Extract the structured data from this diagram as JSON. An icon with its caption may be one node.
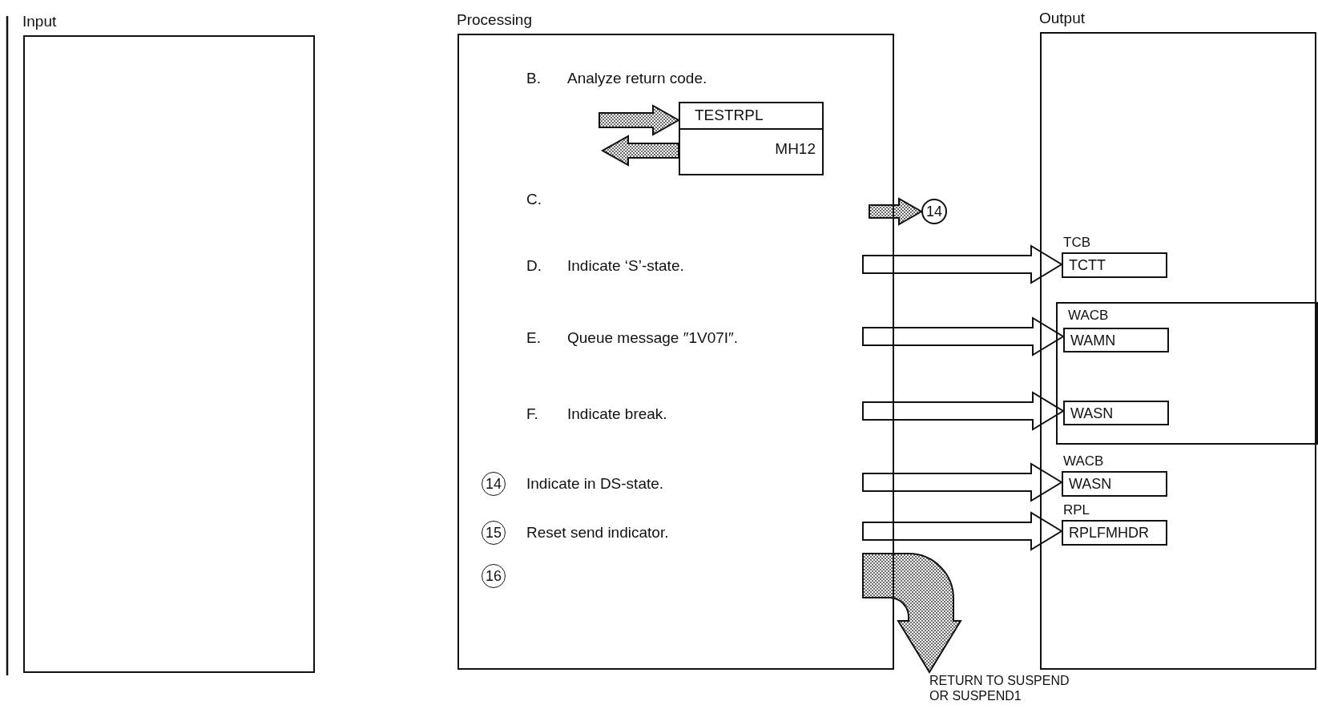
{
  "diagram": {
    "nodes": [
      {
        "text": [
          "Input"
        ]
      },
      {
        "text": [
          "Processing"
        ]
      },
      {
        "text": [
          "Output"
        ]
      },
      {
        "text": [
          "B.",
          "Analyze return code."
        ],
        "in": 1
      },
      {
        "text": [
          "TESTRPL",
          "MH12"
        ],
        "in": 1
      },
      {
        "text": [
          "C."
        ],
        "in": 1
      },
      {
        "text": [
          "14"
        ]
      },
      {
        "text": [
          "D.",
          "Indicate ‘S’-state."
        ],
        "in": 1
      },
      {
        "text": [
          "E.",
          "Queue message ″1V07I″."
        ],
        "in": 1
      },
      {
        "text": [
          "F.",
          "Indicate break."
        ],
        "in": 1
      },
      {
        "text": [
          "14",
          "Indicate in DS-state."
        ],
        "in": 1
      },
      {
        "text": [
          "15",
          "Reset send indicator."
        ],
        "in": 1
      },
      {
        "text": [
          "16"
        ],
        "in": 1
      },
      {
        "text": [
          "TCTT"
        ],
        "beside": [
          "TCB"
        ],
        "in": 2
      },
      {
        "text": [
          "WACB"
        ],
        "in": 2
      },
      {
        "text": [
          "WAMN"
        ],
        "in": 14
      },
      {
        "text": [
          "WASN"
        ],
        "in": 14
      },
      {
        "text": [
          "WASN"
        ],
        "beside": [
          "WACB"
        ],
        "in": 2
      },
      {
        "text": [
          "RPLFMHDR"
        ],
        "beside": [
          "RPL"
        ],
        "in": 2
      },
      {
        "text": [
          "RETURN TO SUSPEND OR SUSPEND1"
        ]
      }
    ],
    "edges": [
      {
        "from": null,
        "to": 4,
        "arrow": "to",
        "style": "thick"
      },
      {
        "from": 4,
        "to": null,
        "arrow": "to",
        "style": "thick"
      },
      {
        "from": null,
        "to": 6,
        "arrow": "to",
        "style": "thick"
      },
      {
        "from": null,
        "to": 13,
        "arrow": "to"
      },
      {
        "from": null,
        "to": 15,
        "arrow": "to"
      },
      {
        "from": null,
        "to": 16,
        "arrow": "to"
      },
      {
        "from": null,
        "to": 17,
        "arrow": "to"
      },
      {
        "from": null,
        "to": 18,
        "arrow": "to"
      },
      {
        "from": null,
        "to": 19,
        "arrow": "to",
        "style": "thick"
      }
    ]
  }
}
